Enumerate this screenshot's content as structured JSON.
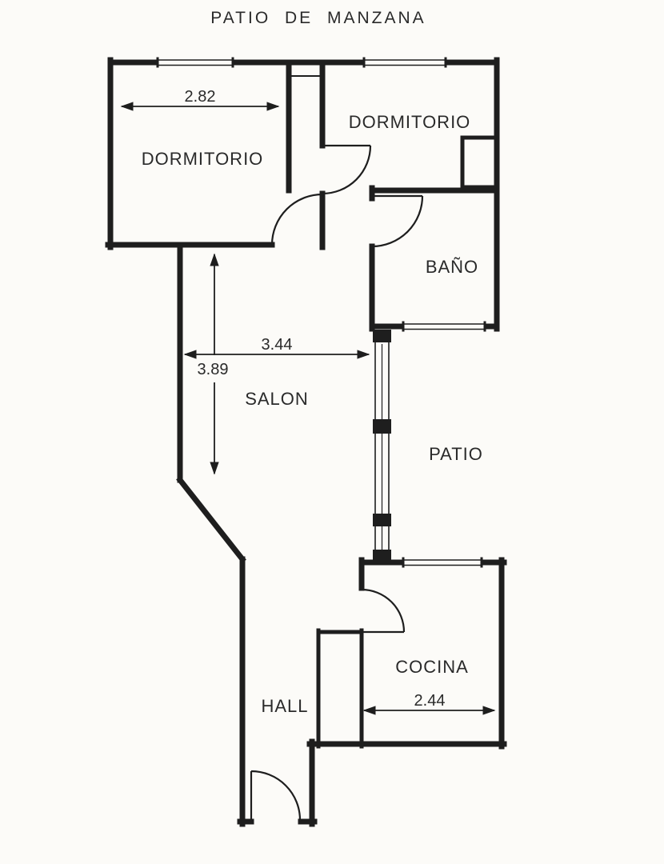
{
  "title": "PATIO DE MANZANA",
  "colors": {
    "background": "#fcfbf8",
    "line": "#1e1e1e",
    "text": "#2a2a2a"
  },
  "rooms": {
    "dormitorio_left": {
      "label": "DORMITORIO"
    },
    "dormitorio_right": {
      "label": "DORMITORIO"
    },
    "bano": {
      "label": "BAÑO"
    },
    "salon": {
      "label": "SALON"
    },
    "patio": {
      "label": "PATIO"
    },
    "cocina": {
      "label": "COCINA"
    },
    "hall": {
      "label": "HALL"
    }
  },
  "dimensions": {
    "dormitorio_width": {
      "value": "2.82"
    },
    "salon_width": {
      "value": "3.44"
    },
    "salon_depth": {
      "value": "3.89"
    },
    "cocina_width": {
      "value": "2.44"
    }
  }
}
